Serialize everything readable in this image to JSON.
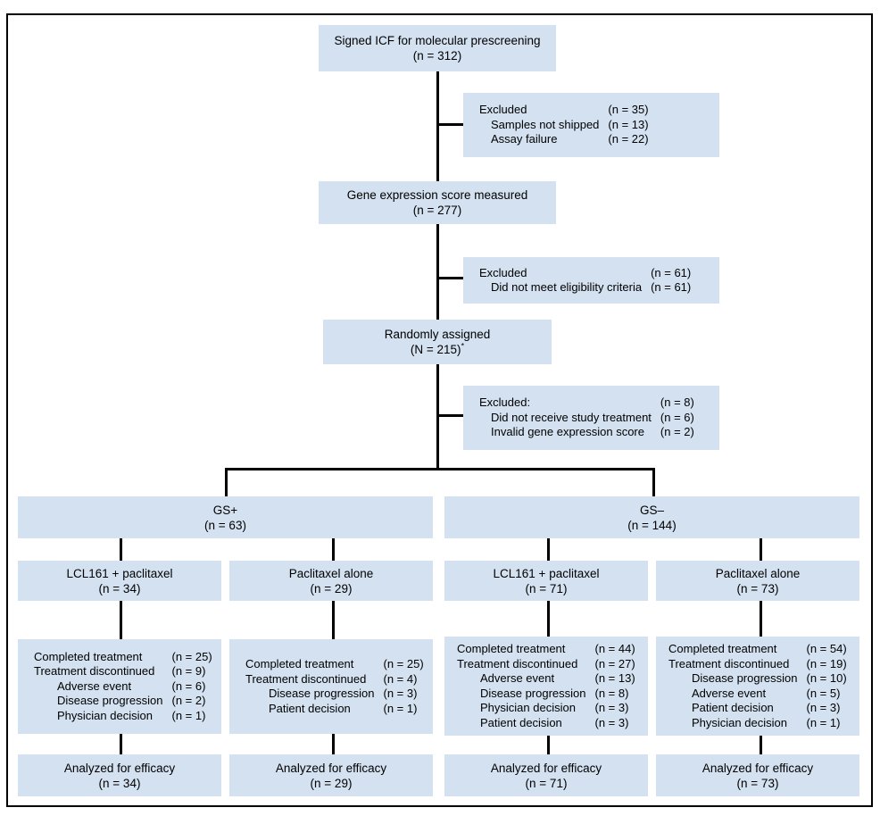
{
  "figure": {
    "type": "consort-flow-diagram",
    "nodes": {
      "prescreening": {
        "title": "Signed ICF for molecular prescreening",
        "count": "(n = 312)"
      },
      "excluded1": {
        "rows": [
          {
            "label": "Excluded",
            "count": "(n = 35)",
            "indent": 0
          },
          {
            "label": "Samples not shipped",
            "count": "(n = 13)",
            "indent": 1
          },
          {
            "label": "Assay failure",
            "count": "(n = 22)",
            "indent": 1
          }
        ]
      },
      "gene_expression": {
        "title": "Gene expression score measured",
        "count": "(n = 277)"
      },
      "excluded2": {
        "rows": [
          {
            "label": "Excluded",
            "count": "(n = 61)",
            "indent": 0
          },
          {
            "label": "Did not meet eligibility criteria",
            "count": "(n = 61)",
            "indent": 1
          }
        ]
      },
      "randomized": {
        "title": "Randomly assigned",
        "count": "(N = 215)",
        "footnote": "*"
      },
      "excluded3": {
        "rows": [
          {
            "label": "Excluded:",
            "count": "(n = 8)",
            "indent": 0
          },
          {
            "label": "Did not receive study treatment",
            "count": "(n = 6)",
            "indent": 1
          },
          {
            "label": "Invalid gene expression score",
            "count": "(n = 2)",
            "indent": 1
          }
        ]
      },
      "gs_positive": {
        "title": "GS+",
        "count": "(n = 63)"
      },
      "gs_negative": {
        "title": "GS–",
        "count": "(n = 144)"
      },
      "arm1": {
        "title": "LCL161 + paclitaxel",
        "count": "(n = 34)"
      },
      "arm2": {
        "title": "Paclitaxel alone",
        "count": "(n = 29)"
      },
      "arm3": {
        "title": "LCL161 + paclitaxel",
        "count": "(n = 71)"
      },
      "arm4": {
        "title": "Paclitaxel  alone",
        "count": "(n = 73)"
      },
      "disposition1": {
        "rows": [
          {
            "label": "Completed treatment",
            "count": "(n = 25)",
            "indent": 0
          },
          {
            "label": "Treatment discontinued",
            "count": "(n = 9)",
            "indent": 0
          },
          {
            "label": "Adverse event",
            "count": "(n = 6)",
            "indent": 1
          },
          {
            "label": "Disease progression",
            "count": "(n = 2)",
            "indent": 1
          },
          {
            "label": "Physician decision",
            "count": "(n = 1)",
            "indent": 1
          }
        ]
      },
      "disposition2": {
        "rows": [
          {
            "label": "Completed treatment",
            "count": "(n = 25)",
            "indent": 0
          },
          {
            "label": "Treatment discontinued",
            "count": "(n = 4)",
            "indent": 0
          },
          {
            "label": "Disease progression",
            "count": "(n = 3)",
            "indent": 1
          },
          {
            "label": "Patient decision",
            "count": "(n = 1)",
            "indent": 1
          }
        ]
      },
      "disposition3": {
        "rows": [
          {
            "label": "Completed treatment",
            "count": "(n = 44)",
            "indent": 0
          },
          {
            "label": "Treatment discontinued",
            "count": "(n = 27)",
            "indent": 0
          },
          {
            "label": "Adverse event",
            "count": "(n = 13)",
            "indent": 1
          },
          {
            "label": "Disease progression",
            "count": "(n = 8)",
            "indent": 1
          },
          {
            "label": "Physician decision",
            "count": "(n = 3)",
            "indent": 1
          },
          {
            "label": "Patient decision",
            "count": "(n = 3)",
            "indent": 1
          }
        ]
      },
      "disposition4": {
        "rows": [
          {
            "label": "Completed treatment",
            "count": "(n = 54)",
            "indent": 0
          },
          {
            "label": "Treatment discontinued",
            "count": "(n = 19)",
            "indent": 0
          },
          {
            "label": "Disease progression",
            "count": "(n = 10)",
            "indent": 1
          },
          {
            "label": "Adverse event",
            "count": "(n = 5)",
            "indent": 1
          },
          {
            "label": "Patient decision",
            "count": "(n = 3)",
            "indent": 1
          },
          {
            "label": "Physician decision",
            "count": "(n = 1)",
            "indent": 1
          }
        ]
      },
      "analyzed1": {
        "title": "Analyzed for efficacy",
        "count": "(n = 34)"
      },
      "analyzed2": {
        "title": "Analyzed for efficacy",
        "count": "(n = 29)"
      },
      "analyzed3": {
        "title": "Analyzed for efficacy",
        "count": "(n = 71)"
      },
      "analyzed4": {
        "title": "Analyzed for efficacy",
        "count": "(n = 73)"
      }
    },
    "colors": {
      "box_fill": "#d3e1f0",
      "line": "#000000",
      "text": "#000000",
      "frame": "#000000"
    }
  }
}
